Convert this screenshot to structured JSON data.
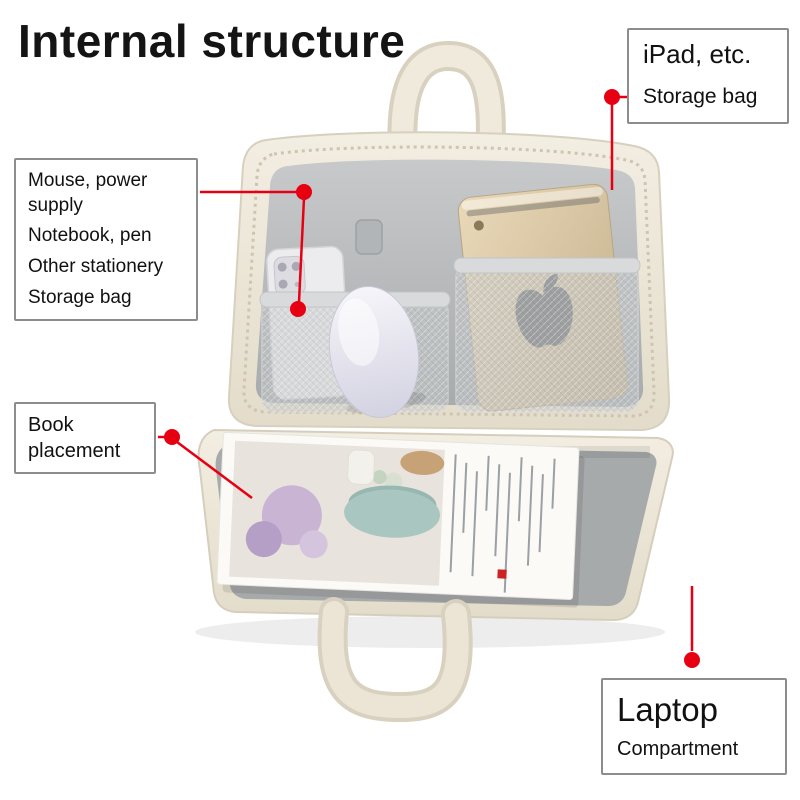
{
  "title": "Internal structure",
  "callouts": {
    "ipad": {
      "title": "iPad, etc.",
      "subtitle": "Storage bag"
    },
    "accessories": {
      "items": [
        "Mouse, power supply",
        "Notebook, pen",
        "Other stationery",
        "Storage bag"
      ]
    },
    "book": {
      "title": "Book placement"
    },
    "laptop": {
      "title": "Laptop",
      "subtitle": "Compartment"
    }
  },
  "colors": {
    "accent_red": "#e60012",
    "bag_shell": "#efe9dc",
    "felt_interior": "#b4b7b9",
    "mesh_pocket": "#c9cccd",
    "laptop_compartment": "#a7aaab",
    "tablet_gold": "#d8c6a3",
    "callout_border": "#8d8d8d"
  },
  "icons": {
    "apple_logo": "apple-logo"
  }
}
